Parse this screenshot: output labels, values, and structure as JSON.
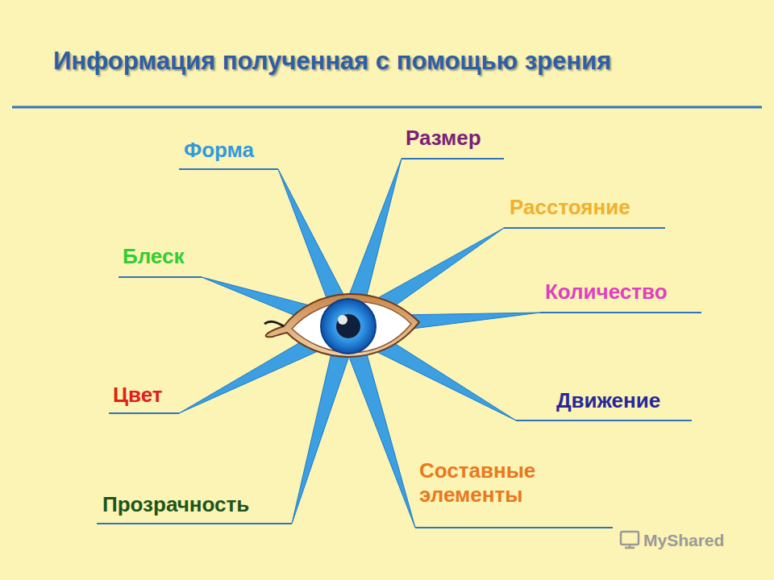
{
  "diagram": {
    "title": "Информация полученная с помощью зрения",
    "labels": [
      "Форма",
      "Размер",
      "Расстояние",
      "Количество",
      "Движение",
      "Составные элементы",
      "Прозрачность",
      "Цвет",
      "Блеск",
      "MyShared"
    ]
  }
}
